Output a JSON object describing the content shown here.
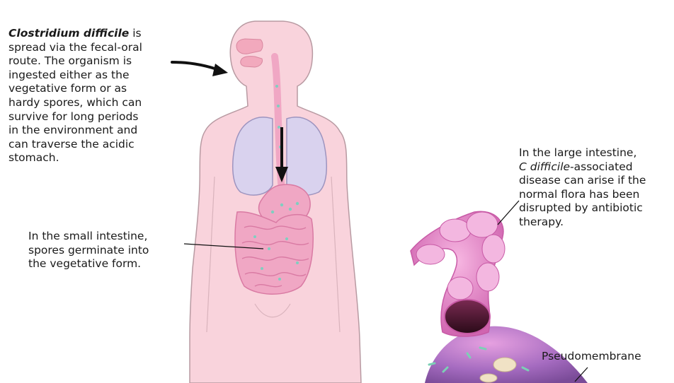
{
  "captions": {
    "transmission": {
      "organism_name": "Clostridium difficile",
      "line1_rest": " is",
      "lines": [
        "spread via the fecal-oral",
        "route. The organism is",
        "ingested either as the",
        "vegetative form or as",
        "hardy spores, which can",
        "survive for long periods",
        "in the environment and",
        "can traverse the acidic",
        "stomach."
      ]
    },
    "small_intestine": {
      "lines": [
        "In the small intestine,",
        "spores germinate into",
        "the vegetative form."
      ]
    },
    "large_intestine": {
      "line1": "In the large intestine,",
      "line2_italic": "C difficile",
      "line2_rest": "-associated",
      "lines": [
        "disease can arise if the",
        "normal flora has been",
        "disrupted by antibiotic",
        "therapy."
      ]
    },
    "pseudomembrane": {
      "label": "Pseudomembrane"
    }
  },
  "colors": {
    "skin": "#f9d3dc",
    "skin_outline": "#b89aa2",
    "lungs": "#d9d2ee",
    "lungs_outline": "#9d94bf",
    "intestine": "#f0a7c4",
    "intestine_dark": "#d97aa3",
    "colon": "#ee8fcf",
    "colon_dark": "#c85aa6",
    "spores": "#7fcfc0",
    "arrow": "#111111"
  },
  "icons": {
    "ingestion_arrow": "curved-arrow-icon",
    "path_arrow": "down-arrow-icon"
  }
}
